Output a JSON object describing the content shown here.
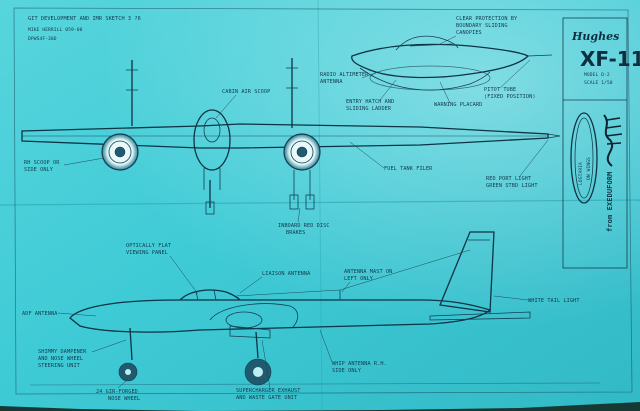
{
  "header": {
    "line1": "GIT DEVELOPMENT AND IMR SKETCH 3 ?6",
    "line2": "MIKE HERRILL  059-08",
    "line3": "DPWS4F-30D"
  },
  "title_block": {
    "brand": "Hughes",
    "model": "XF-11",
    "sub1": "MODEL D-2",
    "sub2": "SCALE 1/50",
    "stamp_top": "LOSTARIA",
    "stamp_bottom": "ON WINGS",
    "vertical_note": "from EXEDUFORM"
  },
  "labels": {
    "clear_protection": "CLEAR PROTECTION BY",
    "clear_protection_2": "BOUNDARY SLIDING",
    "clear_protection_3": "CANOPIES",
    "radio_altimeter": "RADIO ALTIMETER",
    "radio_altimeter_2": "ANTENNA",
    "pitot_tube": "PITOT TUBE",
    "pitot_tube_2": "(FIXED POSITION)",
    "entry_hatch": "ENTRY HATCH AND",
    "entry_hatch_2": "SLIDING LADDER",
    "warning_placard": "WARNING PLACARD",
    "cabin_air_scoop": "CABIN AIR SCOOP",
    "rh_scoop": "RH SCOOP OR",
    "rh_scoop_2": "SIDE ONLY",
    "fuel_tank_filer": "FUEL TANK FILER",
    "red_port_light": "RED PORT LIGHT",
    "red_port_light_2": "GREEN STBD LIGHT",
    "inboard_red_disc": "INBOARD RED DISC",
    "inboard_red_disc_2": "BRAKES",
    "optically_flat": "OPTICALLY FLAT",
    "optically_flat_2": "VIEWING PANEL",
    "liaison_antenna": "LIAISON ANTENNA",
    "antenna_mast": "ANTENNA MAST ON",
    "antenna_mast_2": "LEFT ONLY",
    "white_tail_light": "WHITE TAIL LIGHT",
    "adf_antenna": "ADF ANTENNA",
    "shimmy_dampener": "SHIMMY DAMPENER",
    "shimmy_dampener_2": "AND NOSE WHEEL",
    "shimmy_dampener_3": "STEERING UNIT",
    "nose_wheel": "24 GIR-FORGED",
    "nose_wheel_2": "NOSE WHEEL",
    "supercharger": "SUPERCHARGER EXHAUST",
    "supercharger_2": "AND WASTE GATE UNIT",
    "whip_antenna": "WHIP ANTENNA R.H.",
    "whip_antenna_2": "SIDE ONLY"
  }
}
